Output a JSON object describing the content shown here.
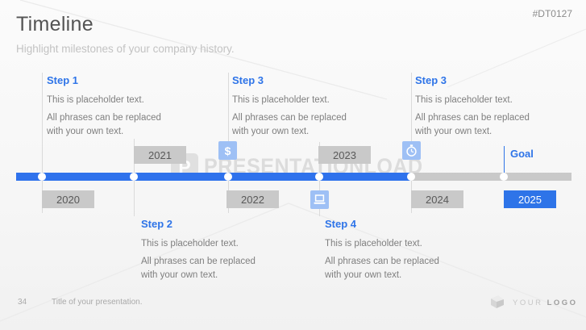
{
  "slide": {
    "code": "#DT0127",
    "title": "Timeline",
    "subtitle": "Highlight milestones of your company history."
  },
  "steps": [
    {
      "label": "Step 1",
      "line1": "This is placeholder text.",
      "line2": "All phrases can be replaced with your own text."
    },
    {
      "label": "Step 3",
      "line1": "This is placeholder text.",
      "line2": "All phrases can be replaced with your own text."
    },
    {
      "label": "Step 3",
      "line1": "This is placeholder text.",
      "line2": "All phrases can be replaced with your own text."
    },
    {
      "label": "Step 2",
      "line1": "This is placeholder text.",
      "line2": "All phrases can be replaced with your own text."
    },
    {
      "label": "Step 4",
      "line1": "This is placeholder text.",
      "line2": "All phrases can be replaced with your own text."
    }
  ],
  "timeline": {
    "goal_label": "Goal",
    "years": [
      "2020",
      "2021",
      "2022",
      "2023",
      "2024",
      "2025"
    ],
    "dollar_glyph": "$",
    "icons": {
      "above_2022": "dollar-icon",
      "below_2023": "laptop-icon",
      "above_2024": "stopwatch-icon"
    },
    "colors": {
      "bar_blue": "#2f72ec",
      "bar_gray": "#c9c9c9",
      "accent_blue": "#2e74e8",
      "icon_light_blue": "#9ec0f5",
      "year_box_gray": "#c9c9c9",
      "year_text_gray": "#595959"
    }
  },
  "watermark": {
    "logo_letter": "P",
    "text": "PRESENTATIONLOAD"
  },
  "footer": {
    "page_number": "34",
    "presentation_title": "Title of your presentation.",
    "logo_word_1": "YOUR",
    "logo_word_2": "LOGO"
  }
}
